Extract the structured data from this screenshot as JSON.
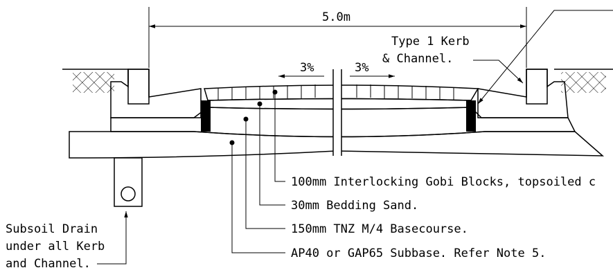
{
  "dimension": {
    "width_label": "5.0m"
  },
  "slopes": {
    "left": "3%",
    "right": "3%"
  },
  "kerb": {
    "line1": "Type 1 Kerb",
    "line2": "& Channel."
  },
  "layers": [
    {
      "label": "100mm Interlocking Gobi Blocks, topsoiled c"
    },
    {
      "label": "30mm Bedding Sand."
    },
    {
      "label": "150mm TNZ M/4 Basecourse."
    },
    {
      "label": "AP40 or GAP65 Subbase. Refer Note 5."
    }
  ],
  "subsoil": {
    "line1": "Subsoil Drain",
    "line2": "under all Kerb",
    "line3": "and Channel."
  }
}
